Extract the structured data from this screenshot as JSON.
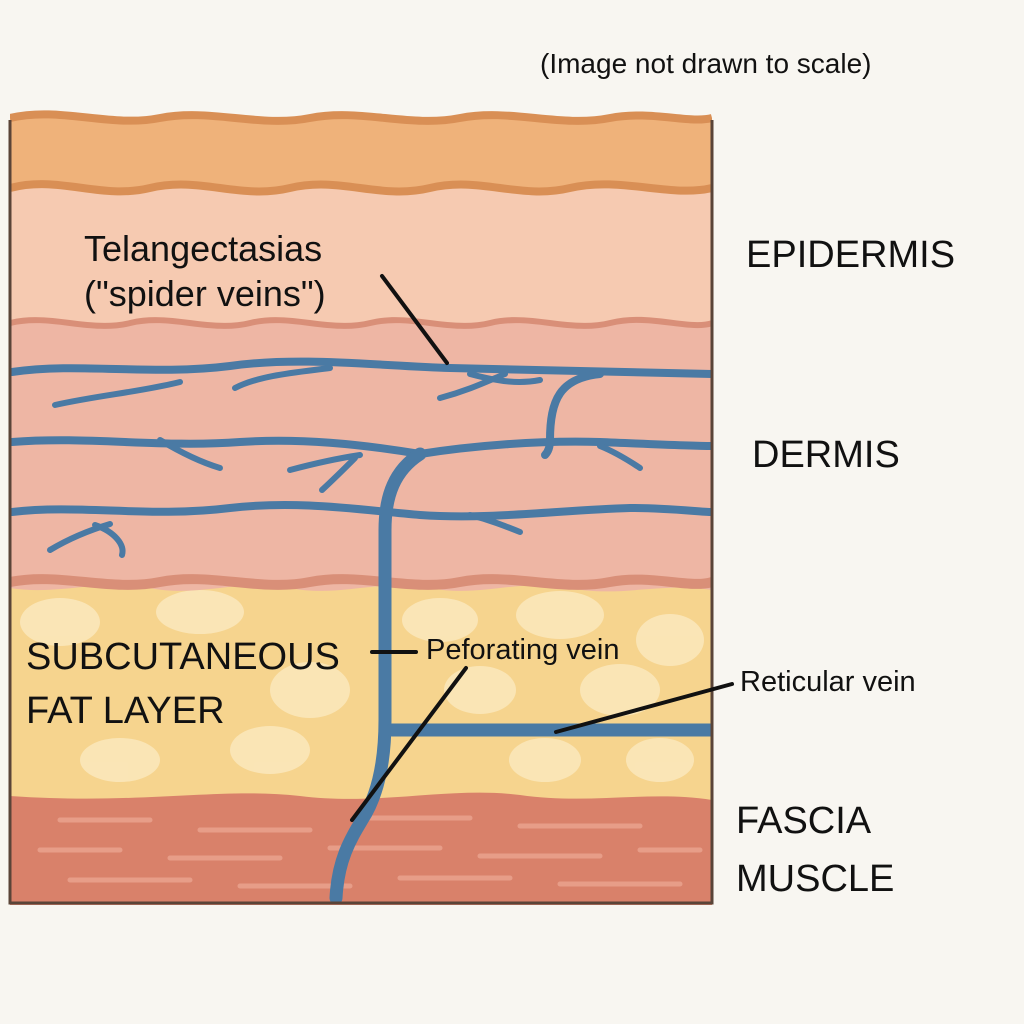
{
  "note": "(Image not drawn to scale)",
  "labels": {
    "telangiectasias_line1": "Telangectasias",
    "telangiectasias_line2": "(\"spider veins\")",
    "epidermis": "EPIDERMIS",
    "dermis": "DERMIS",
    "subcutaneous_line1": "SUBCUTANEOUS",
    "subcutaneous_line2": "FAT LAYER",
    "fascia": "FASCIA",
    "muscle": "MUSCLE",
    "perforating_vein": "Peforating vein",
    "reticular_vein": "Reticular vein"
  },
  "colors": {
    "background": "#f8f6f1",
    "epidermis_top": "#efb27a",
    "epidermis_edge": "#d98f55",
    "epidermis_lower": "#f6cab1",
    "dermis": "#eeb6a4",
    "dermis_edge": "#d98f78",
    "fat": "#f6d48e",
    "fat_globule": "#fbe7ba",
    "fascia_muscle": "#d9816a",
    "muscle_streak": "#e79d88",
    "vein": "#4a7aa4",
    "outline": "#5a4438",
    "leader_line": "#111111"
  }
}
